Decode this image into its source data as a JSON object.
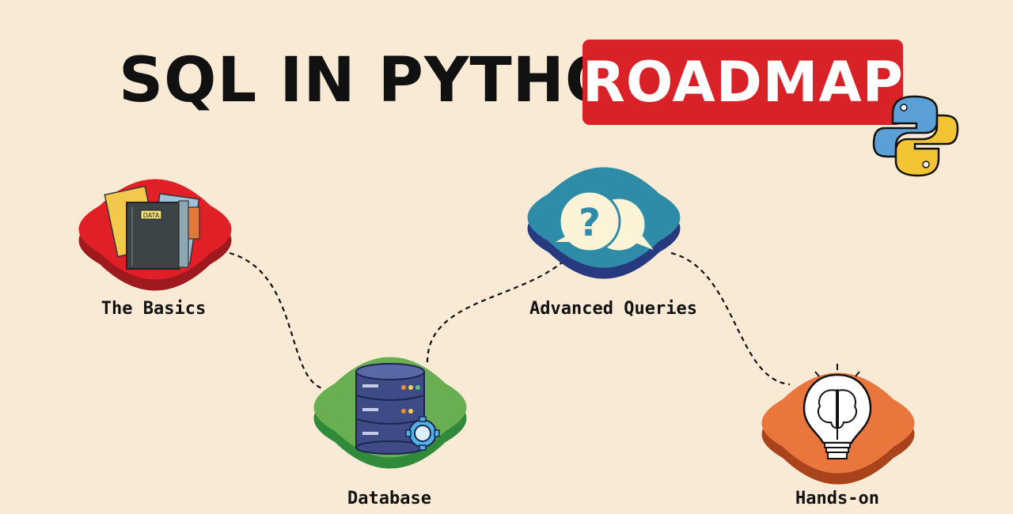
{
  "title": {
    "main": "SQL IN PYTHON",
    "badge": "ROADMAP"
  },
  "colors": {
    "background": "#f9ead6",
    "badge": "#d92228",
    "basics": "#e02026",
    "database": "#6aae52",
    "advanced": "#2e8ca8",
    "handson": "#e8763d"
  },
  "steps": [
    {
      "label": "The Basics",
      "icon": "folders-data-icon"
    },
    {
      "label": "Database",
      "icon": "database-gear-icon"
    },
    {
      "label": "Advanced Queries",
      "icon": "question-speech-bubbles-icon"
    },
    {
      "label": "Hands-on",
      "icon": "brain-lightbulb-icon"
    }
  ],
  "icon_text": {
    "folder_tag": "DATA",
    "question_mark": "?"
  },
  "logo": "python-logo-icon"
}
